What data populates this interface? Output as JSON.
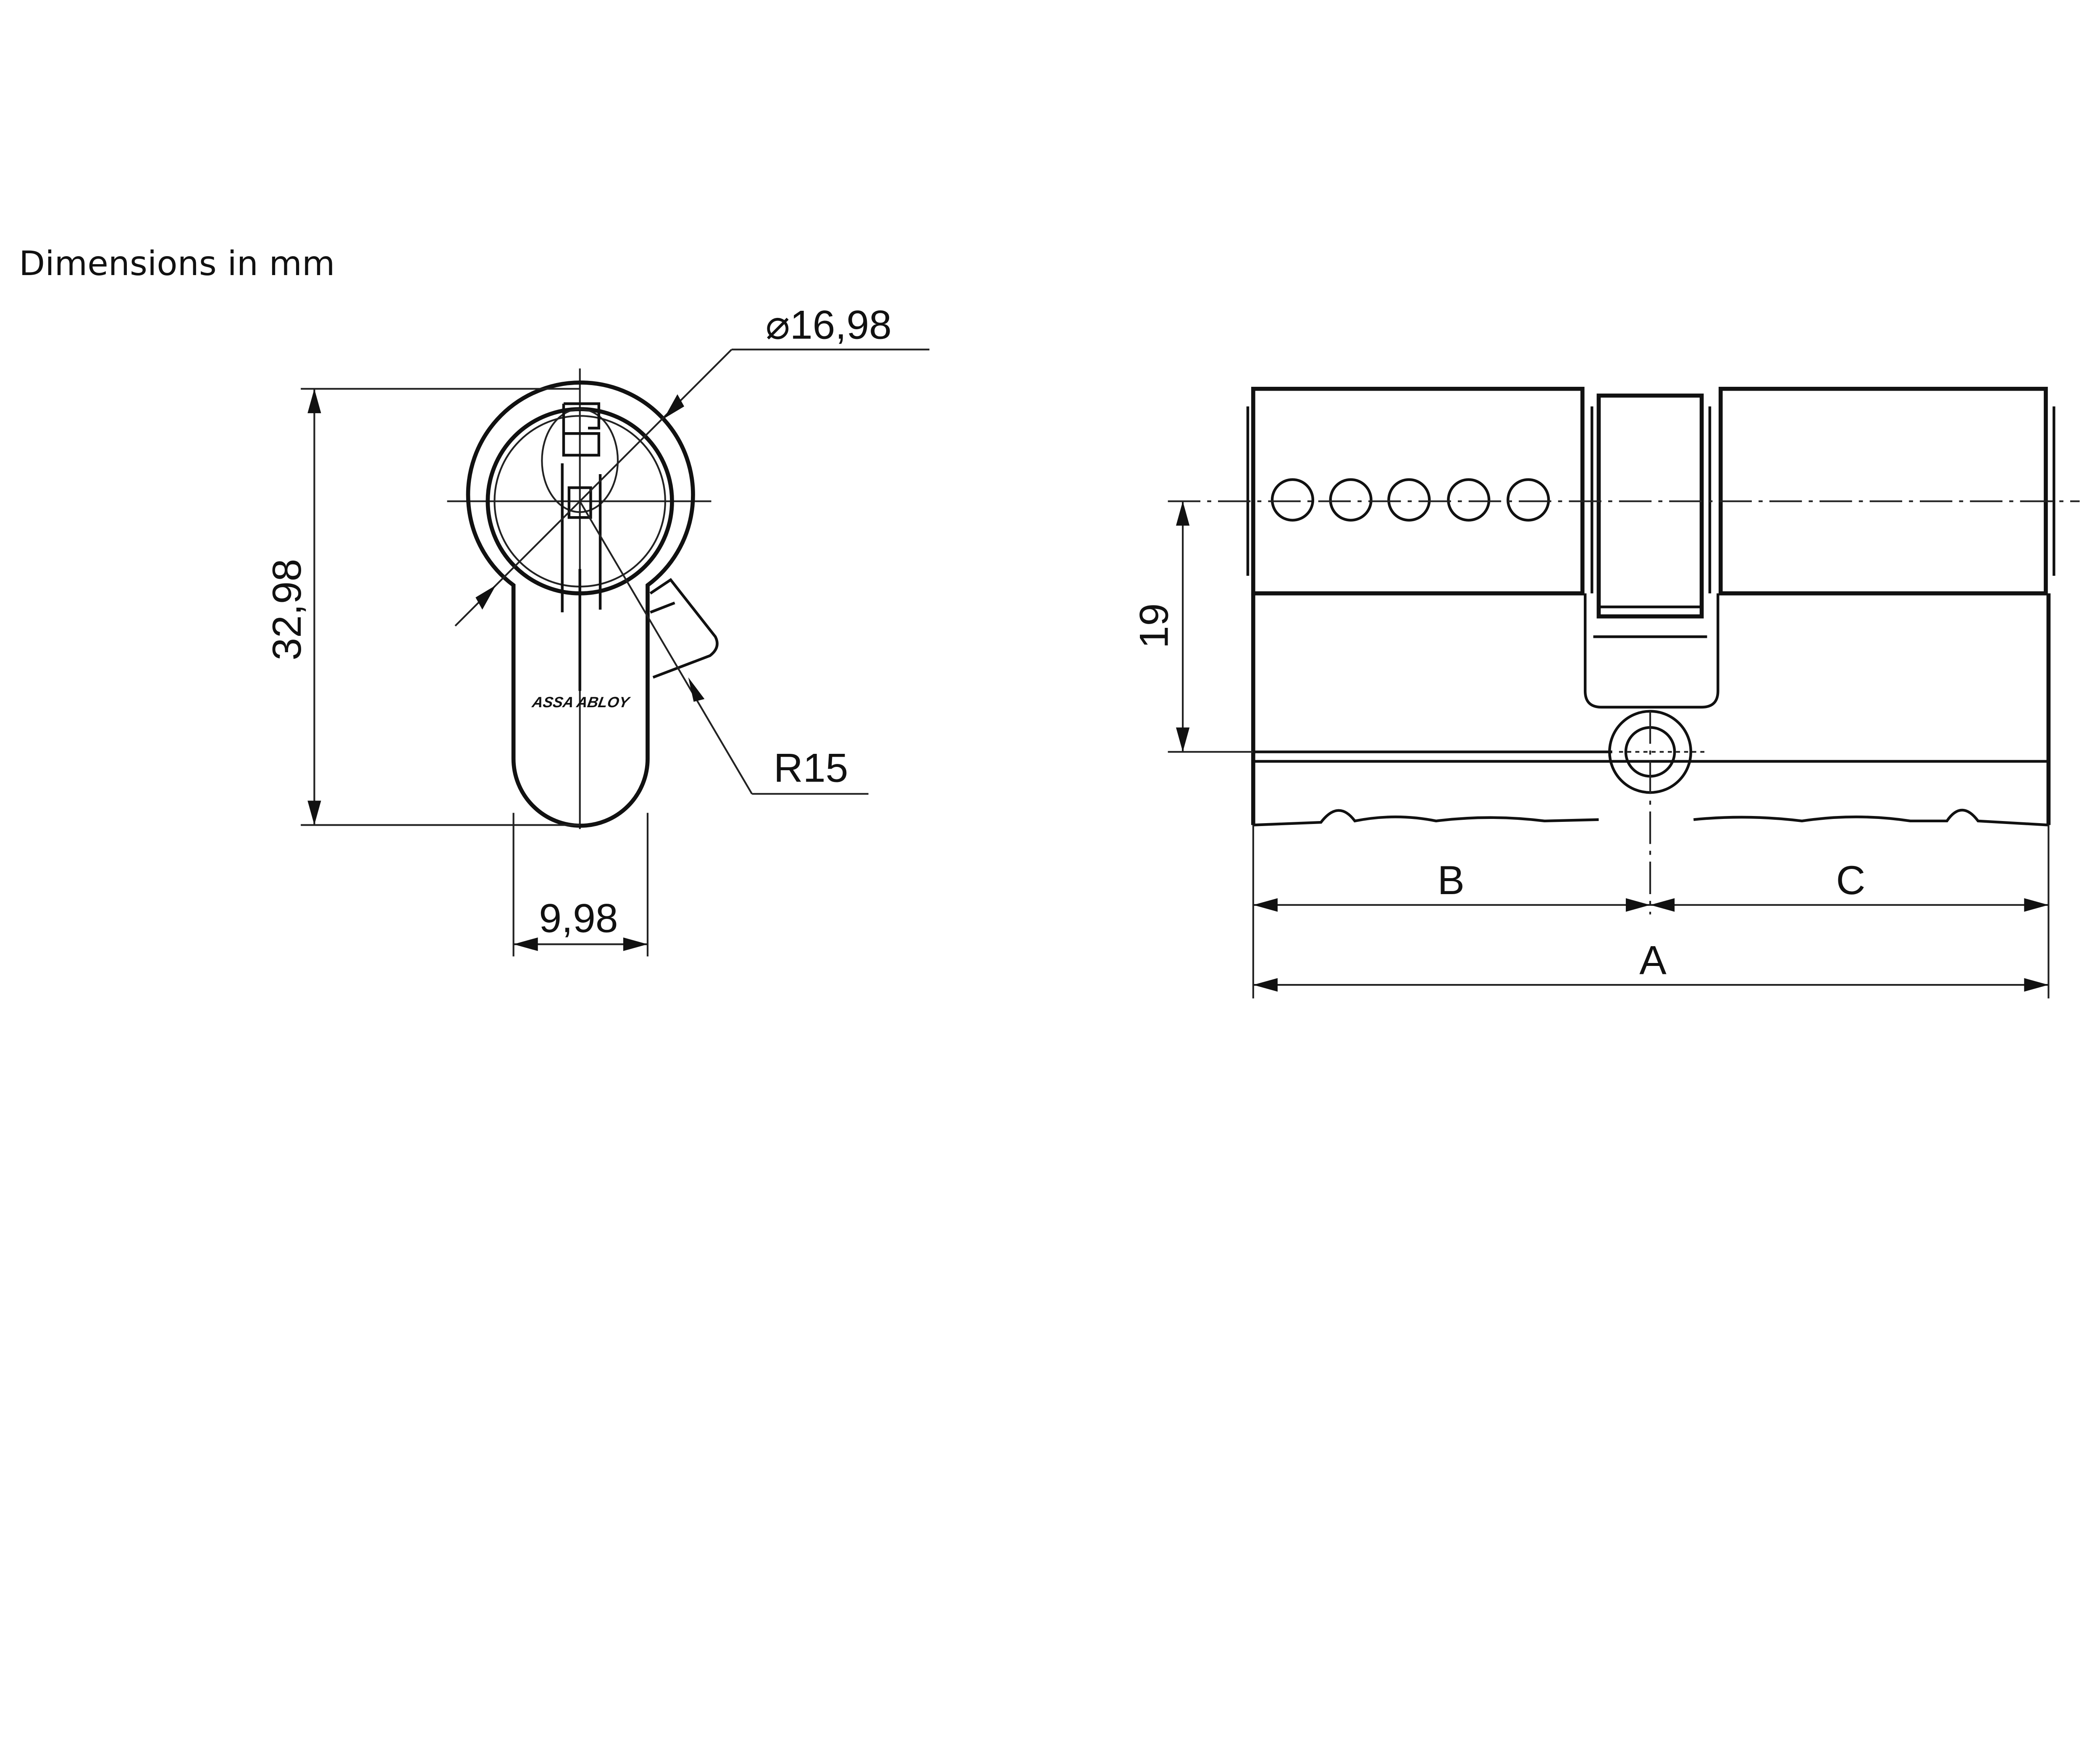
{
  "title": "Dimensions  in  mm",
  "front_view": {
    "diameter_label": "⌀16,98",
    "height_label": "32,98",
    "width_label": "9,98",
    "radius_label": "R15",
    "logo_text": "ASSA ABLOY"
  },
  "side_view": {
    "offset_label": "19",
    "dim_b": "B",
    "dim_c": "C",
    "dim_a": "A"
  }
}
